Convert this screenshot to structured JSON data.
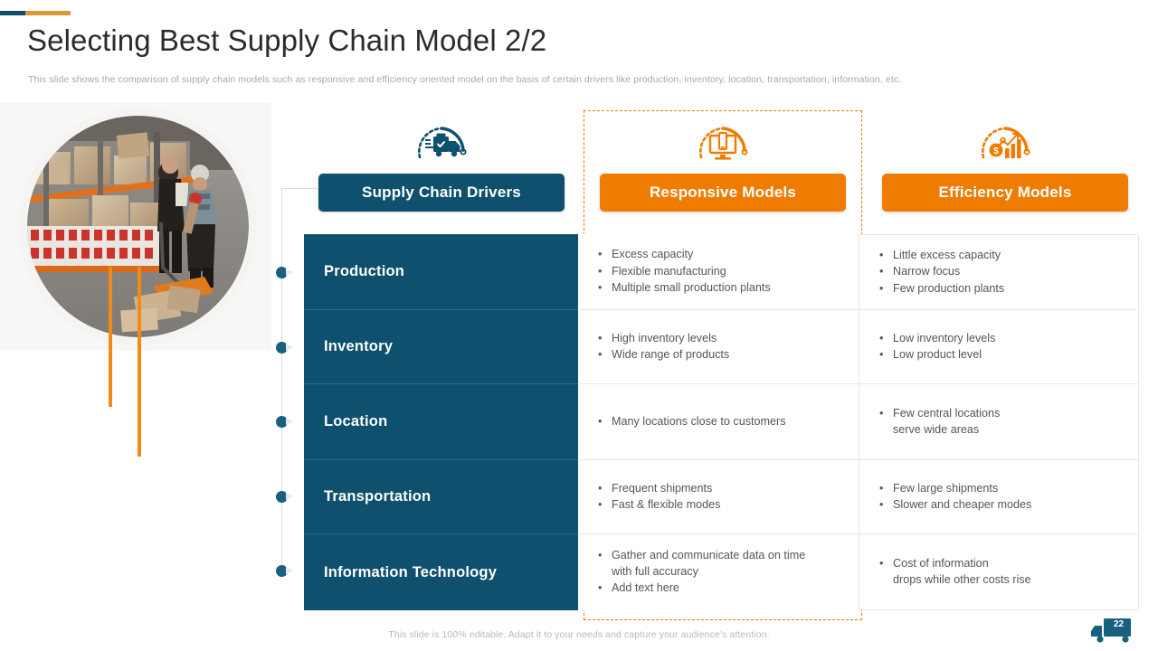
{
  "header": {
    "title": "Selecting Best Supply Chain Model 2/2",
    "subtitle": "This slide shows the comparison of supply chain models  such as responsive and efficiency oriented model on the basis of certain drivers like production, inventory, location, transportation, information, etc."
  },
  "colors": {
    "teal": "#0e506d",
    "orange": "#ef7c00",
    "accent_orange_bar": "#ef8b16",
    "accent_gold_bar": "#d99a32",
    "text_body": "#555555",
    "muted": "#a8a8a8"
  },
  "columns": {
    "drivers": {
      "label": "Supply Chain Drivers",
      "icon": "delivery-truck-icon"
    },
    "responsive": {
      "label": "Responsive Models",
      "icon": "desktop-monitor-icon"
    },
    "efficiency": {
      "label": "Efficiency Models",
      "icon": "growth-chart-money-icon"
    }
  },
  "rows": [
    {
      "driver": "Production",
      "responsive": [
        "Excess capacity",
        "Flexible  manufacturing",
        "Multiple  small production plants"
      ],
      "efficiency": [
        "Little excess capacity",
        "Narrow focus",
        "Few production plants"
      ]
    },
    {
      "driver": "Inventory",
      "responsive": [
        "High inventory  levels",
        "Wide range  of products"
      ],
      "efficiency": [
        "Low inventory levels",
        "Low product level"
      ]
    },
    {
      "driver": "Location",
      "responsive": [
        "Many  locations close to customers"
      ],
      "efficiency": [
        "Few central locations\nserve wide areas"
      ]
    },
    {
      "driver": "Transportation",
      "responsive": [
        "Frequent shipments",
        "Fast & flexible  modes"
      ],
      "efficiency": [
        "Few large shipments",
        "Slower and cheaper modes"
      ]
    },
    {
      "driver": "Information Technology",
      "responsive": [
        "Gather and communicate data on time\nwith full accuracy",
        "Add text here"
      ],
      "efficiency": [
        "Cost of information\ndrops while other costs rise"
      ]
    }
  ],
  "bullet_mark": "•",
  "footer": {
    "note": "This slide is 100% editable.  Adapt it to your needs and capture your audience's attention.",
    "page_number": "22"
  },
  "photo": {
    "alt": "warehouse-workers-pallet-racking-photo"
  }
}
